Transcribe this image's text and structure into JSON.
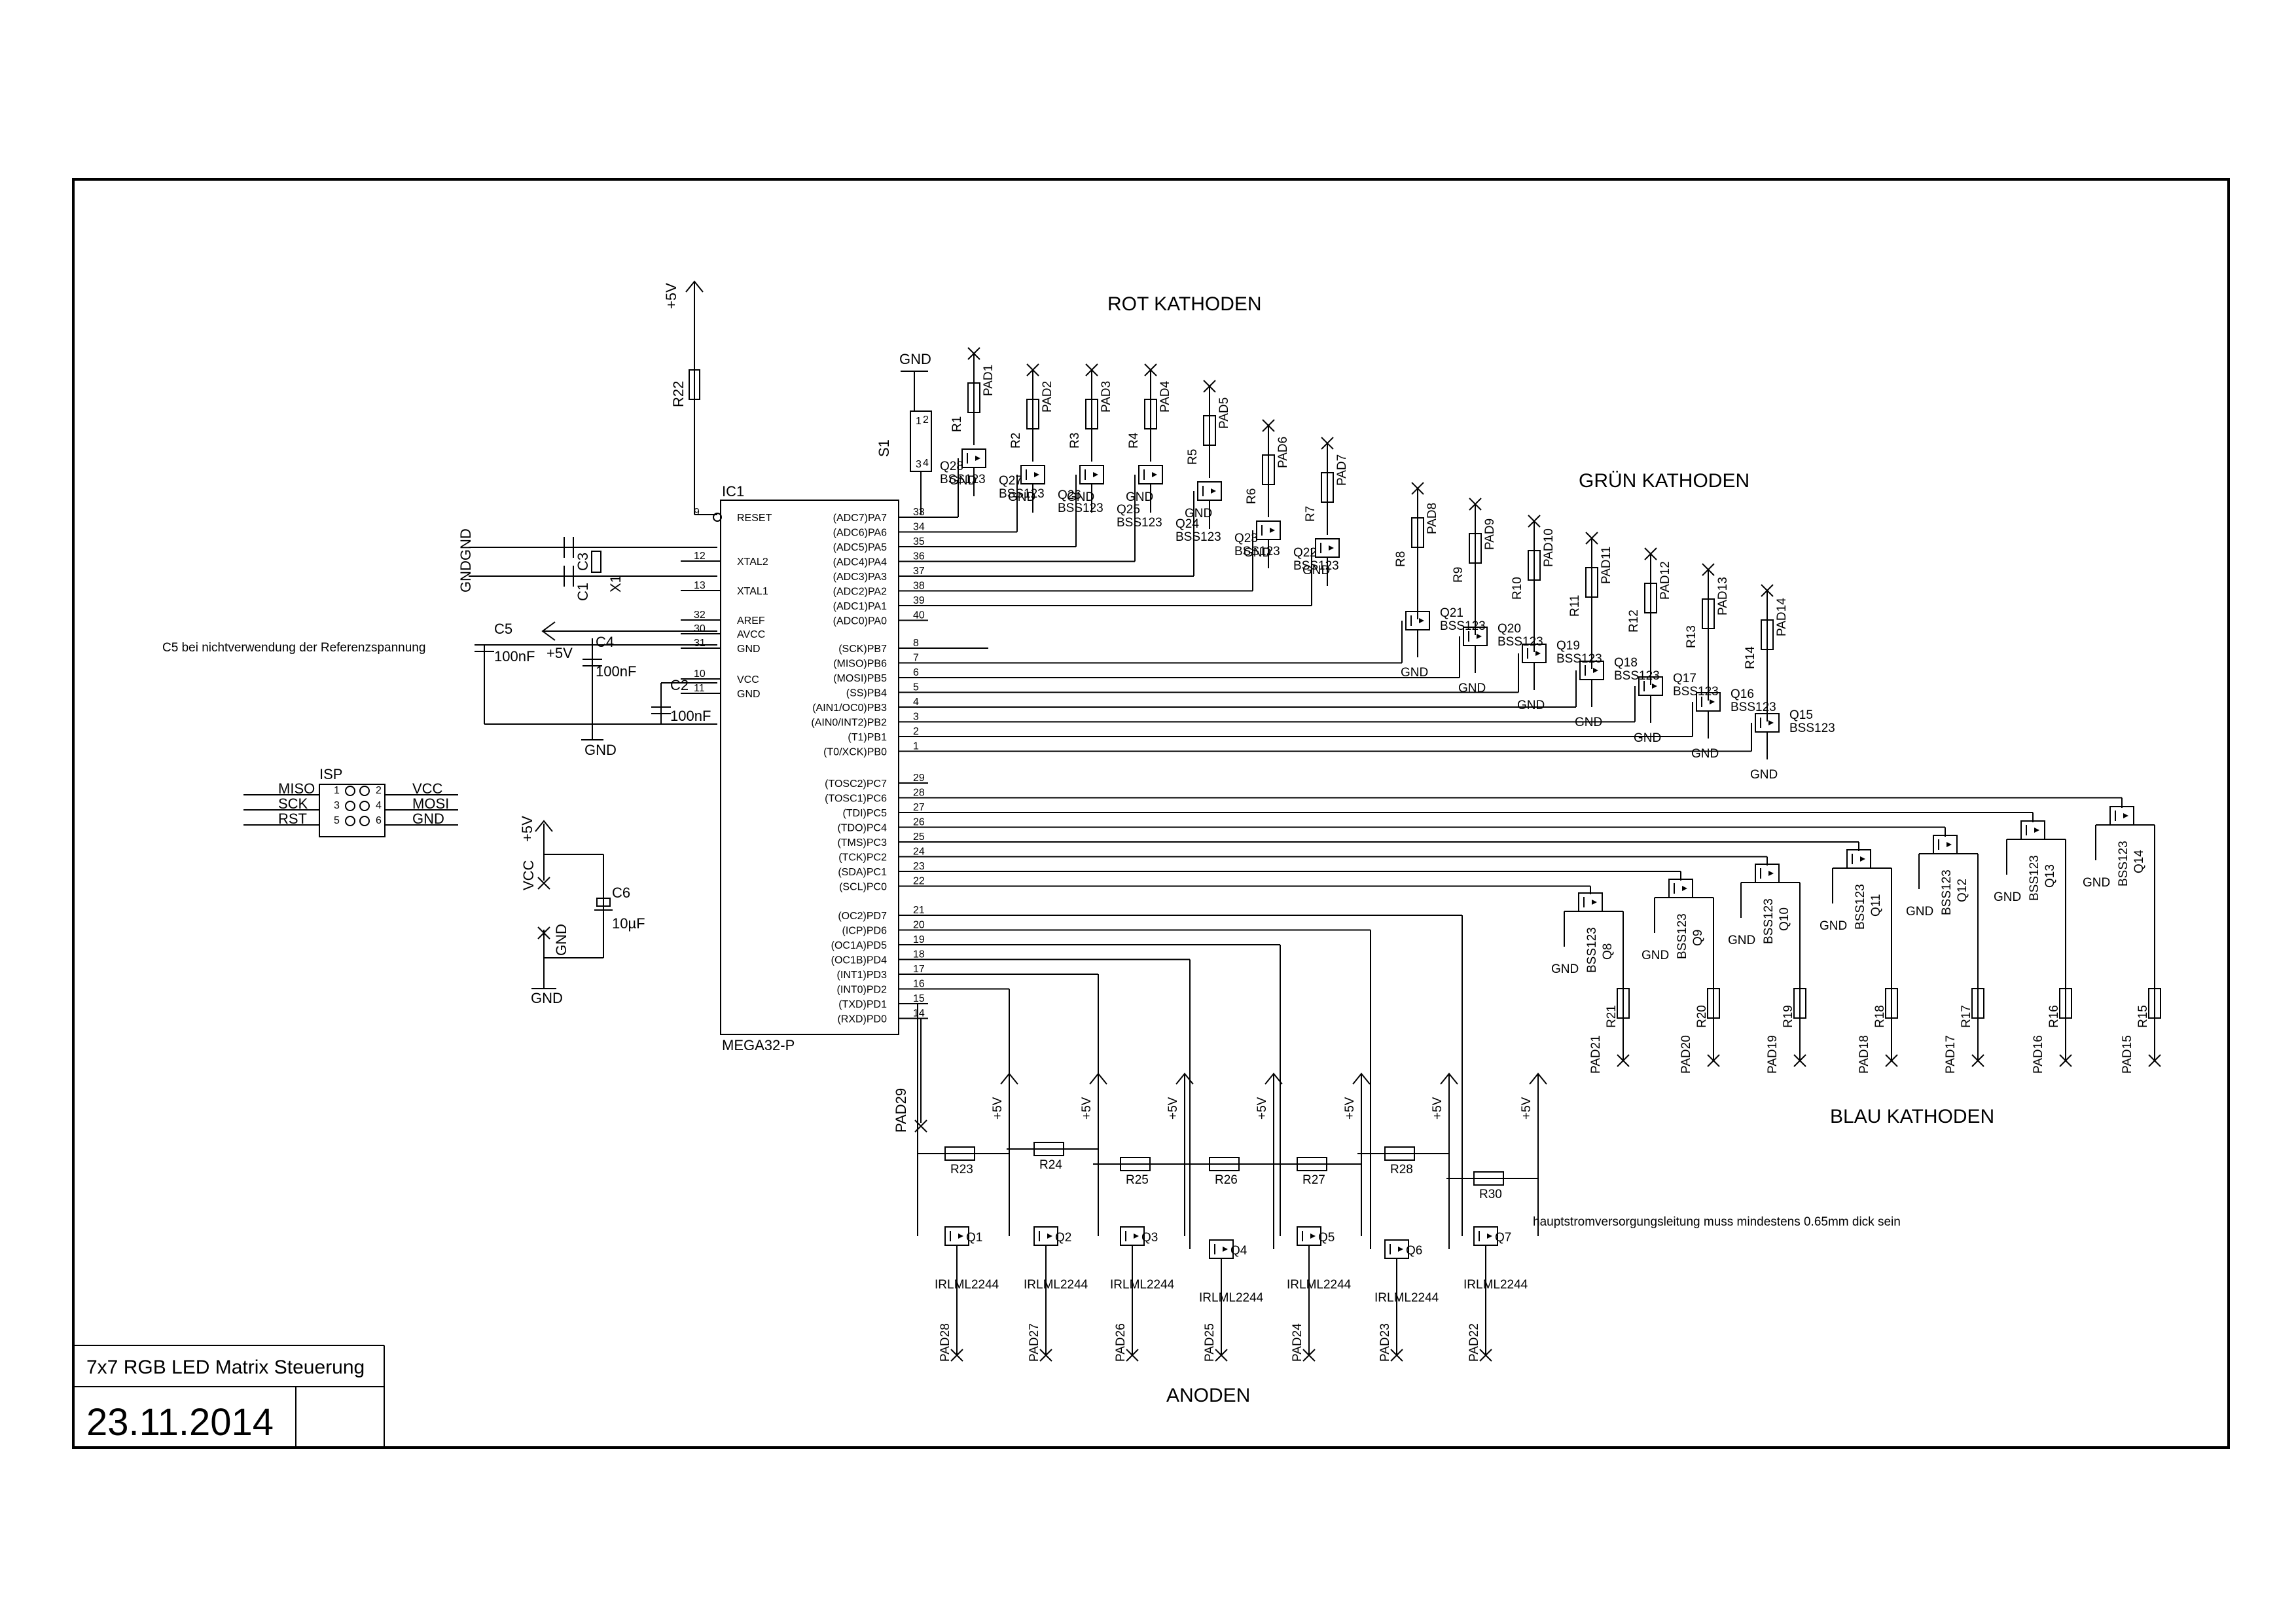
{
  "headings": {
    "rot": "ROT KATHODEN",
    "gruen": "GRÜN KATHODEN",
    "blau": "BLAU KATHODEN",
    "anoden": "ANODEN"
  },
  "title_block": {
    "title": "7x7 RGB LED Matrix Steuerung",
    "date": "23.11.2014"
  },
  "notes": {
    "c5": "C5 bei nichtverwendung der Referenzspannung",
    "power": "hauptstromversorgungsleitung muss mindestens 0.65mm dick sein"
  },
  "mcu": {
    "ref": "IC1",
    "part": "MEGA32-P",
    "left_pins": [
      {
        "name": "RESET",
        "num": "9"
      },
      {
        "name": "XTAL2",
        "num": "12"
      },
      {
        "name": "XTAL1",
        "num": "13"
      },
      {
        "name": "AREF",
        "num": "32"
      },
      {
        "name": "AVCC",
        "num": "30"
      },
      {
        "name": "GND",
        "num": "31"
      },
      {
        "name": "VCC",
        "num": "10"
      },
      {
        "name": "GND",
        "num": "11"
      }
    ],
    "right_pins": [
      {
        "name": "(ADC7)PA7",
        "num": "33"
      },
      {
        "name": "(ADC6)PA6",
        "num": "34"
      },
      {
        "name": "(ADC5)PA5",
        "num": "35"
      },
      {
        "name": "(ADC4)PA4",
        "num": "36"
      },
      {
        "name": "(ADC3)PA3",
        "num": "37"
      },
      {
        "name": "(ADC2)PA2",
        "num": "38"
      },
      {
        "name": "(ADC1)PA1",
        "num": "39"
      },
      {
        "name": "(ADC0)PA0",
        "num": "40"
      },
      {
        "name": "(SCK)PB7",
        "num": "8"
      },
      {
        "name": "(MISO)PB6",
        "num": "7"
      },
      {
        "name": "(MOSI)PB5",
        "num": "6"
      },
      {
        "name": "(SS)PB4",
        "num": "5"
      },
      {
        "name": "(AIN1/OC0)PB3",
        "num": "4"
      },
      {
        "name": "(AIN0/INT2)PB2",
        "num": "3"
      },
      {
        "name": "(T1)PB1",
        "num": "2"
      },
      {
        "name": "(T0/XCK)PB0",
        "num": "1"
      },
      {
        "name": "(TOSC2)PC7",
        "num": "29"
      },
      {
        "name": "(TOSC1)PC6",
        "num": "28"
      },
      {
        "name": "(TDI)PC5",
        "num": "27"
      },
      {
        "name": "(TDO)PC4",
        "num": "26"
      },
      {
        "name": "(TMS)PC3",
        "num": "25"
      },
      {
        "name": "(TCK)PC2",
        "num": "24"
      },
      {
        "name": "(SDA)PC1",
        "num": "23"
      },
      {
        "name": "(SCL)PC0",
        "num": "22"
      },
      {
        "name": "(OC2)PD7",
        "num": "21"
      },
      {
        "name": "(ICP)PD6",
        "num": "20"
      },
      {
        "name": "(OC1A)PD5",
        "num": "19"
      },
      {
        "name": "(OC1B)PD4",
        "num": "18"
      },
      {
        "name": "(INT1)PD3",
        "num": "17"
      },
      {
        "name": "(INT0)PD2",
        "num": "16"
      },
      {
        "name": "(TXD)PD1",
        "num": "15"
      },
      {
        "name": "(RXD)PD0",
        "num": "14"
      }
    ]
  },
  "red_channels": [
    {
      "r": "R1",
      "pad": "PAD1",
      "q": "Q28",
      "part": "BSS123"
    },
    {
      "r": "R2",
      "pad": "PAD2",
      "q": "Q27",
      "part": "BSS123"
    },
    {
      "r": "R3",
      "pad": "PAD3",
      "q": "Q26",
      "part": "BSS123"
    },
    {
      "r": "R4",
      "pad": "PAD4",
      "q": "Q25",
      "part": "BSS123"
    },
    {
      "r": "R5",
      "pad": "PAD5",
      "q": "Q24",
      "part": "BSS123"
    },
    {
      "r": "R6",
      "pad": "PAD6",
      "q": "Q23",
      "part": "BSS123"
    },
    {
      "r": "R7",
      "pad": "PAD7",
      "q": "Q22",
      "part": "BSS123"
    }
  ],
  "green_channels": [
    {
      "r": "R8",
      "pad": "PAD8",
      "q": "Q21",
      "part": "BSS123"
    },
    {
      "r": "R9",
      "pad": "PAD9",
      "q": "Q20",
      "part": "BSS123"
    },
    {
      "r": "R10",
      "pad": "PAD10",
      "q": "Q19",
      "part": "BSS123"
    },
    {
      "r": "R11",
      "pad": "PAD11",
      "q": "Q18",
      "part": "BSS123"
    },
    {
      "r": "R12",
      "pad": "PAD12",
      "q": "Q17",
      "part": "BSS123"
    },
    {
      "r": "R13",
      "pad": "PAD13",
      "q": "Q16",
      "part": "BSS123"
    },
    {
      "r": "R14",
      "pad": "PAD14",
      "q": "Q15",
      "part": "BSS123"
    }
  ],
  "blue_channels": [
    {
      "r": "R21",
      "pad": "PAD21",
      "q": "Q8",
      "part": "BSS123"
    },
    {
      "r": "R20",
      "pad": "PAD20",
      "q": "Q9",
      "part": "BSS123"
    },
    {
      "r": "R19",
      "pad": "PAD19",
      "q": "Q10",
      "part": "BSS123"
    },
    {
      "r": "R18",
      "pad": "PAD18",
      "q": "Q11",
      "part": "BSS123"
    },
    {
      "r": "R17",
      "pad": "PAD17",
      "q": "Q12",
      "part": "BSS123"
    },
    {
      "r": "R16",
      "pad": "PAD16",
      "q": "Q13",
      "part": "BSS123"
    },
    {
      "r": "R15",
      "pad": "PAD15",
      "q": "Q14",
      "part": "BSS123"
    }
  ],
  "anode_channels": [
    {
      "r": "R23",
      "q": "Q1",
      "pad": "PAD28",
      "part": "IRLML2244"
    },
    {
      "r": "R24",
      "q": "Q2",
      "pad": "PAD27",
      "part": "IRLML2244"
    },
    {
      "r": "R25",
      "q": "Q3",
      "pad": "PAD26",
      "part": "IRLML2244"
    },
    {
      "r": "R26",
      "q": "Q4",
      "pad": "PAD25",
      "part": "IRLML2244"
    },
    {
      "r": "R27",
      "q": "Q5",
      "pad": "PAD24",
      "part": "IRLML2244"
    },
    {
      "r": "R28",
      "q": "Q6",
      "pad": "PAD23",
      "part": "IRLML2244"
    },
    {
      "r": "R30",
      "q": "Q7",
      "pad": "PAD22",
      "part": "IRLML2244"
    }
  ],
  "misc": {
    "plus5v": "+5V",
    "gnd": "GND",
    "vcc": "VCC",
    "r22": "R22",
    "s1": "S1",
    "pad29": "PAD29",
    "c1": "C1",
    "c2": "C2",
    "c3": "C3",
    "c4": "C4",
    "c5": "C5",
    "c6": "C6",
    "c_100nf": "100nF",
    "c6_value": "10µF",
    "x1": "X1",
    "gndgnd": "GNDGND",
    "s1_pins": [
      "1",
      "2",
      "3",
      "4"
    ]
  },
  "isp": {
    "ref": "ISP",
    "left_labels": [
      "MISO",
      "SCK",
      "RST"
    ],
    "left_nums": [
      "1",
      "3",
      "5"
    ],
    "right_nums": [
      "2",
      "4",
      "6"
    ],
    "right_labels": [
      "VCC",
      "MOSI",
      "GND"
    ]
  }
}
